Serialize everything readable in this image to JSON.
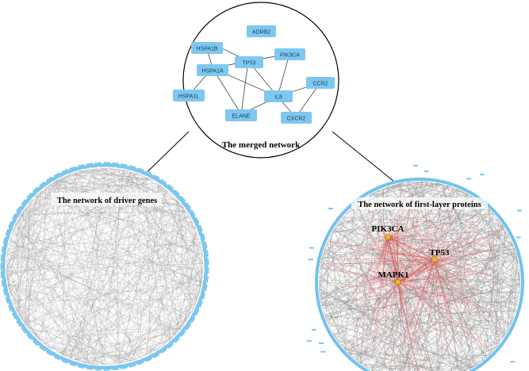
{
  "merged_network": {
    "title": "The merged network",
    "nodes": [
      {
        "id": "ADRB2",
        "label": "ADRB2"
      },
      {
        "id": "HSPA1B",
        "label": "HSPA1B"
      },
      {
        "id": "TP53",
        "label": "TP53"
      },
      {
        "id": "PIK3CA",
        "label": "PIK3CA"
      },
      {
        "id": "HSPA1A",
        "label": "HSPA1A"
      },
      {
        "id": "CCR2",
        "label": "CCR2"
      },
      {
        "id": "HSPA1L",
        "label": "HSPA1L"
      },
      {
        "id": "IL8",
        "label": "IL8"
      },
      {
        "id": "ELANE",
        "label": "ELANE"
      },
      {
        "id": "CXCR2",
        "label": "CXCR2"
      }
    ],
    "edges": [
      [
        "HSPA1B",
        "TP53"
      ],
      [
        "HSPA1B",
        "HSPA1A"
      ],
      [
        "TP53",
        "HSPA1A"
      ],
      [
        "TP53",
        "PIK3CA"
      ],
      [
        "TP53",
        "IL8"
      ],
      [
        "TP53",
        "ELANE"
      ],
      [
        "HSPA1A",
        "HSPA1L"
      ],
      [
        "HSPA1A",
        "IL8"
      ],
      [
        "HSPA1A",
        "ELANE"
      ],
      [
        "PIK3CA",
        "IL8"
      ],
      [
        "IL8",
        "ELANE"
      ],
      [
        "IL8",
        "CXCR2"
      ],
      [
        "CCR2",
        "CXCR2"
      ],
      [
        "CCR2",
        "IL8"
      ]
    ]
  },
  "driver_network": {
    "title": "The network of driver genes"
  },
  "first_layer_network": {
    "title": "The network of first-layer proteins",
    "hubs": [
      {
        "id": "PIK3CA",
        "label": "PIK3CA"
      },
      {
        "id": "TP53",
        "label": "TP53"
      },
      {
        "id": "MAPK1",
        "label": "MAPK1"
      }
    ]
  },
  "colors": {
    "node_fill": "#7ec8f0",
    "node_border": "#3a9fd8",
    "edge_gray": "#9a9a9a",
    "edge_red": "#e05050",
    "hub_fill": "#f2b233",
    "rim": "#72c2ec"
  }
}
